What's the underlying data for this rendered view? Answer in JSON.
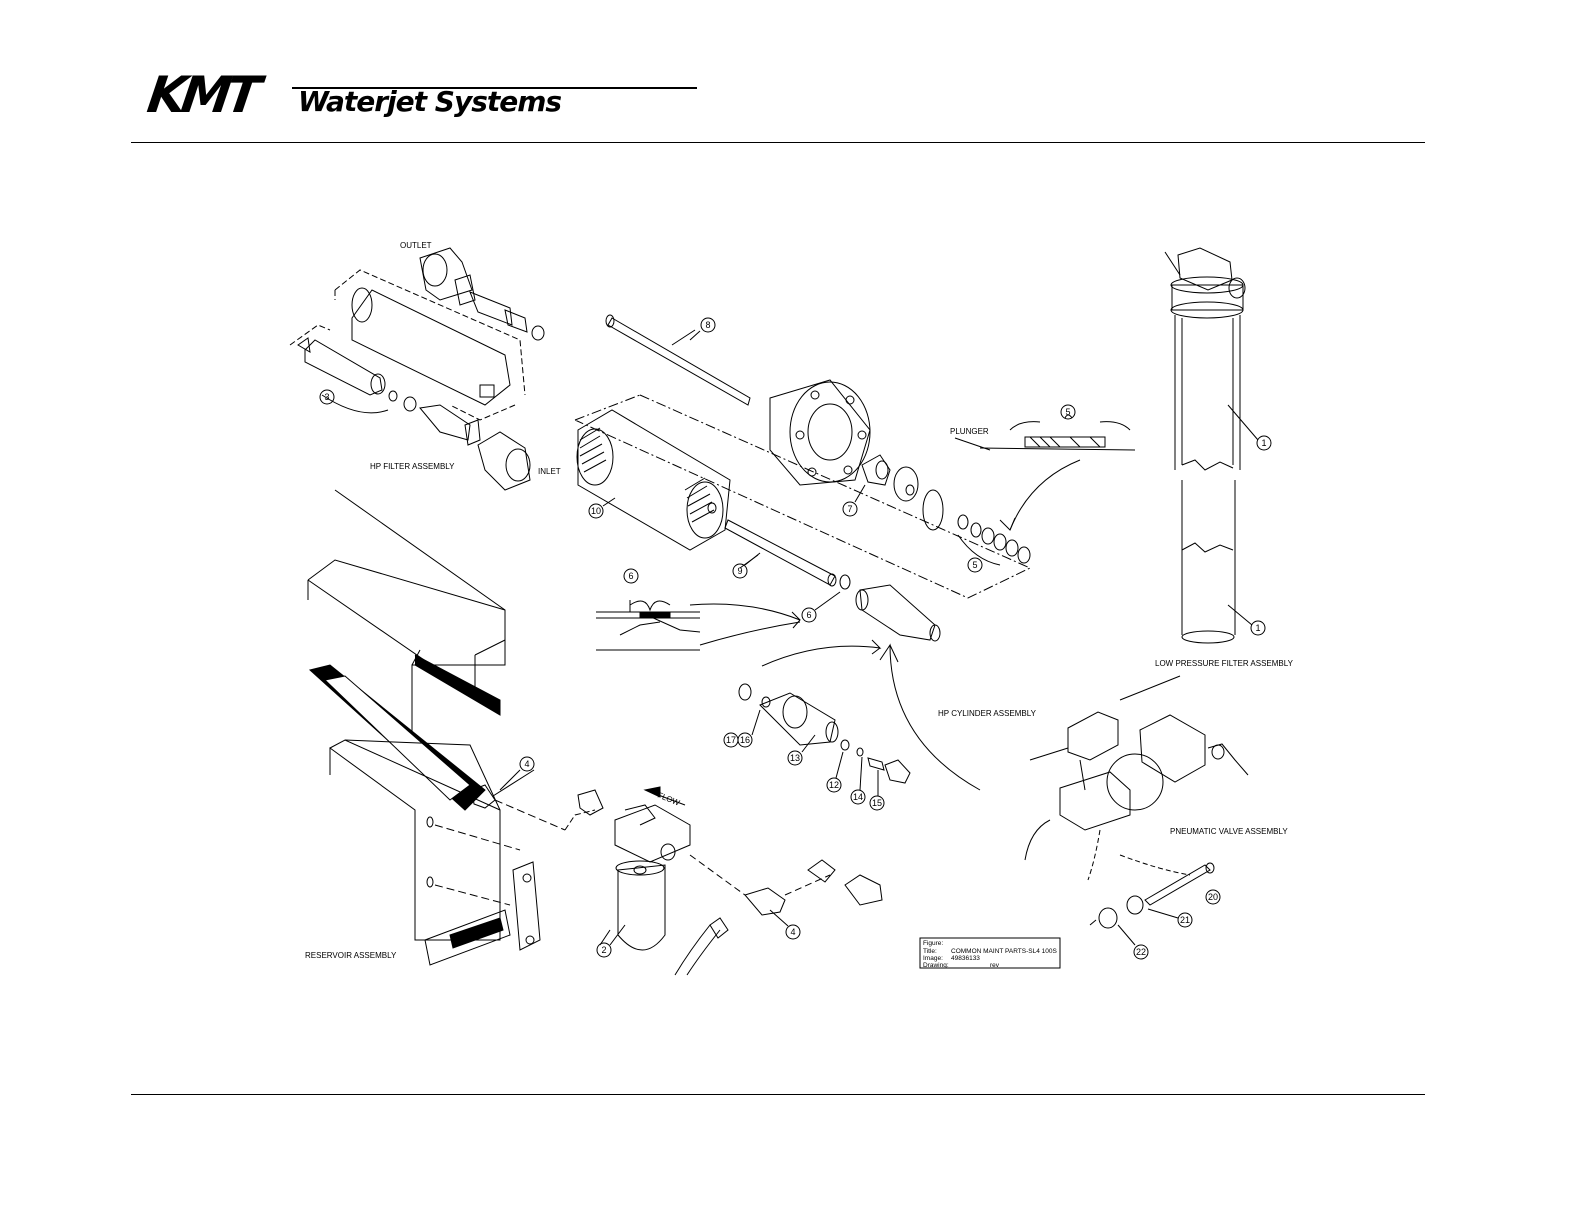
{
  "header": {
    "logo_mark": "KMT",
    "logo_text": "Waterjet Systems"
  },
  "labels": {
    "outlet": "OUTLET",
    "inlet": "INLET",
    "hp_filter_assembly": "HP FILTER ASSEMBLY",
    "plunger": "PLUNGER",
    "low_pressure_filter_assembly": "LOW PRESSURE FILTER ASSEMBLY",
    "hp_cylinder_assembly": "HP CYLINDER ASSEMBLY",
    "pneumatic_valve_assembly": "PNEUMATIC VALVE ASSEMBLY",
    "reservoir_assembly": "RESERVOIR ASSEMBLY",
    "flow": "FLOW"
  },
  "balloons": [
    "1",
    "1",
    "2",
    "3",
    "4",
    "4",
    "5",
    "5",
    "6",
    "6",
    "7",
    "8",
    "9",
    "10",
    "12",
    "13",
    "14",
    "15",
    "16",
    "17",
    "20",
    "21",
    "22"
  ],
  "title_block": {
    "figure_label": "Figure:",
    "title_label": "Title:",
    "title_value": "COMMON MAINT PARTS-SL4 100S",
    "image_label": "Image:",
    "image_value": "49836133",
    "drawing_label": "Drawing:",
    "rev_label": "rev"
  }
}
